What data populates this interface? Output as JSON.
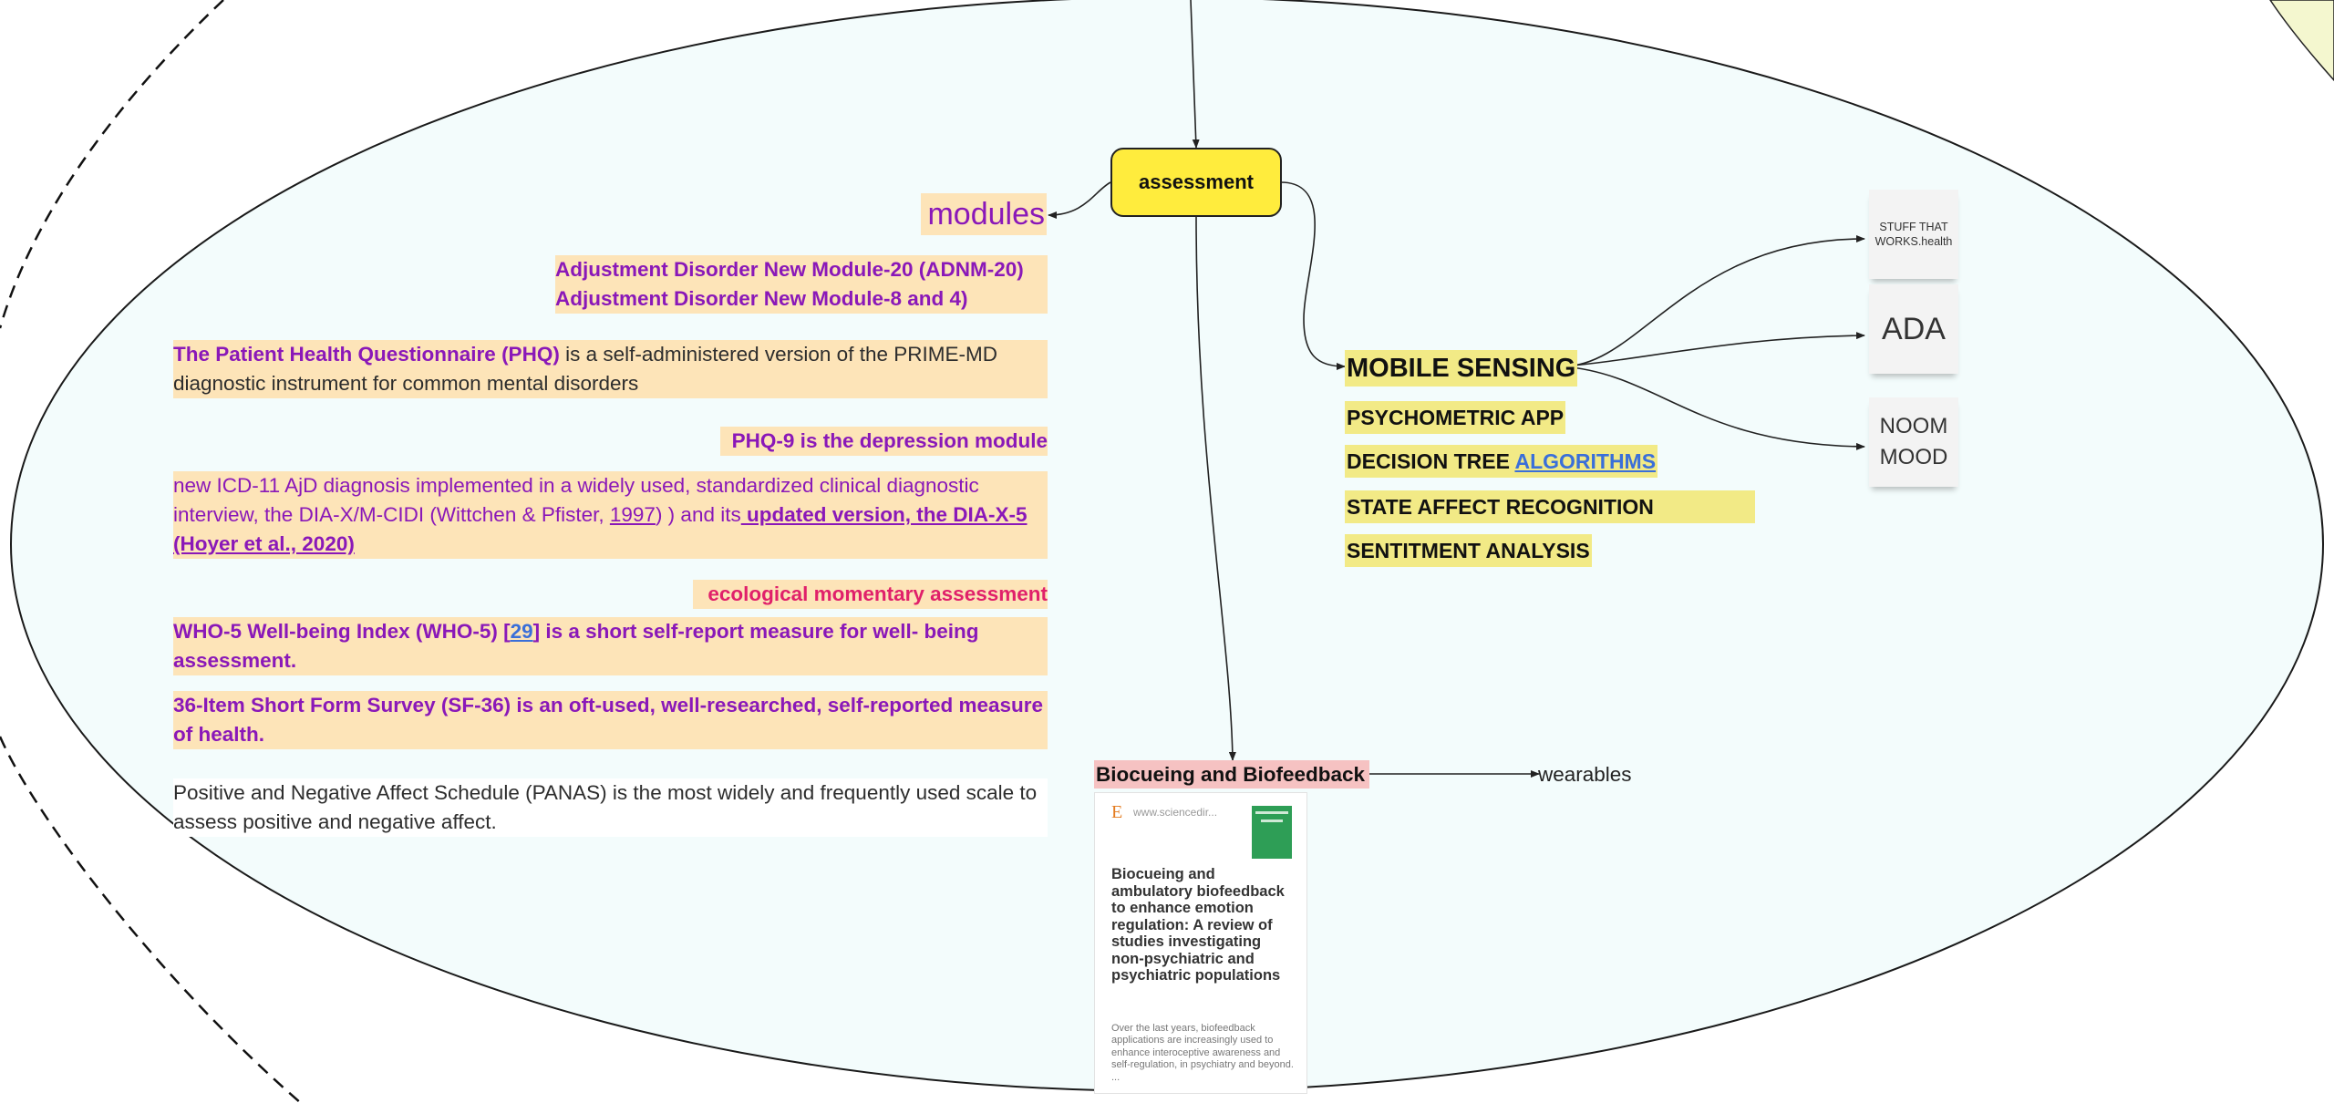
{
  "root_node": {
    "label": "assessment"
  },
  "modules": {
    "heading": "modules",
    "adnm_lines": [
      "Adjustment Disorder New Module-20 (ADNM-20)",
      "Adjustment Disorder New Module-8 and 4)"
    ],
    "phq": {
      "bold": "The Patient Health Questionnaire (PHQ)",
      "rest": " is a self-administered version of the PRIME-MD diagnostic instrument for common mental disorders"
    },
    "phq9": "PHQ-9 is the depression module",
    "icd": {
      "text": "new ICD-11 AjD diagnosis implemented in a widely used, standardized clinical diagnostic interview, the DIA-X/M-CIDI (Wittchen & Pfister, ",
      "year": "1997",
      "mid": ") ) and its",
      "link": " updated version, the DIA-X-5 (Hoyer et al., 2020)"
    },
    "ema": "ecological momentary assessment",
    "who5": {
      "a": "WHO-5 Well-being Index (WHO-5) [",
      "ref": "29",
      "b": "] is a short self-report measure for well- being assessment."
    },
    "sf36": "36-Item Short Form Survey (SF-36) is an oft-used, well-researched, self-reported measure of health.",
    "panas": " Positive and Negative Affect Schedule (PANAS) is the most widely and frequently used scale to assess positive and negative affect."
  },
  "mobile": {
    "heading": "MOBILE SENSING",
    "items": [
      "PSYCHOMETRIC APP",
      "DECISION TREE ",
      "STATE AFFECT RECOGNITION",
      "SENTITMENT ANALYSIS"
    ],
    "algorithms_link": "ALGORITHMS",
    "stickies": [
      {
        "text": "STUFF THAT WORKS.health"
      },
      {
        "text": "ADA"
      },
      {
        "text": "NOOM MOOD"
      }
    ]
  },
  "biocue": {
    "heading": "Biocueing and Biofeedback",
    "wearables": "wearables",
    "card": {
      "logo": "E",
      "source": "www.sciencedir...",
      "title": "Biocueing and ambulatory biofeedback to enhance emotion regulation: A review of studies investigating non-psychiatric and psychiatric populations",
      "snippet": "Over the last years, biofeedback applications are increasingly used to enhance interoceptive awareness and self-regulation, in psychiatry and beyond. ..."
    }
  },
  "colors": {
    "ellipse_fill": "#f3fcfc",
    "peach": "#fde4b8",
    "yellow": "#ffec3d",
    "highlight": "#f2ea86",
    "pink": "#f6c2c2",
    "purple": "#8a18b8",
    "magenta": "#e0206a"
  }
}
